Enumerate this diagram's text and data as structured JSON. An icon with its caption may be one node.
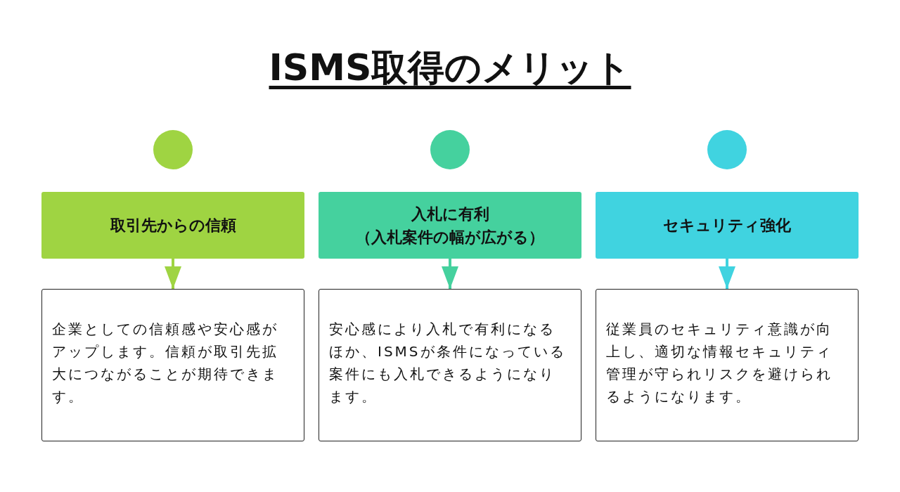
{
  "diagram": {
    "title": "ISMS取得のメリット",
    "nodes": [
      {
        "text": [],
        "shape": "circle"
      },
      {
        "text": [],
        "shape": "circle"
      },
      {
        "text": [],
        "shape": "circle"
      },
      {
        "text": [
          "取引先からの信頼"
        ]
      },
      {
        "text": [
          "入札に有利（入札案件の幅が広がる）"
        ]
      },
      {
        "text": [
          "セキュリティ強化"
        ]
      },
      {
        "text": [
          "企業としての信頼感や安心感がアップします。信頼が取引先拡大につながることが期待できます。"
        ]
      },
      {
        "text": [
          "安心感により入札で有利になるほか、ISMSが条件になっている案件にも入札できるようになります。"
        ]
      },
      {
        "text": [
          "従業員のセキュリティ意識が向上し、適切な情報セキュリティ管理が守られリスクを避けられるようになります。"
        ]
      }
    ],
    "edges": [
      {
        "from": 3,
        "to": 6,
        "arrow": "to",
        "color": "#9fd442"
      },
      {
        "from": 4,
        "to": 7,
        "arrow": "to",
        "color": "#45d19e"
      },
      {
        "from": 5,
        "to": 8,
        "arrow": "to",
        "color": "#40d3e0"
      }
    ]
  }
}
